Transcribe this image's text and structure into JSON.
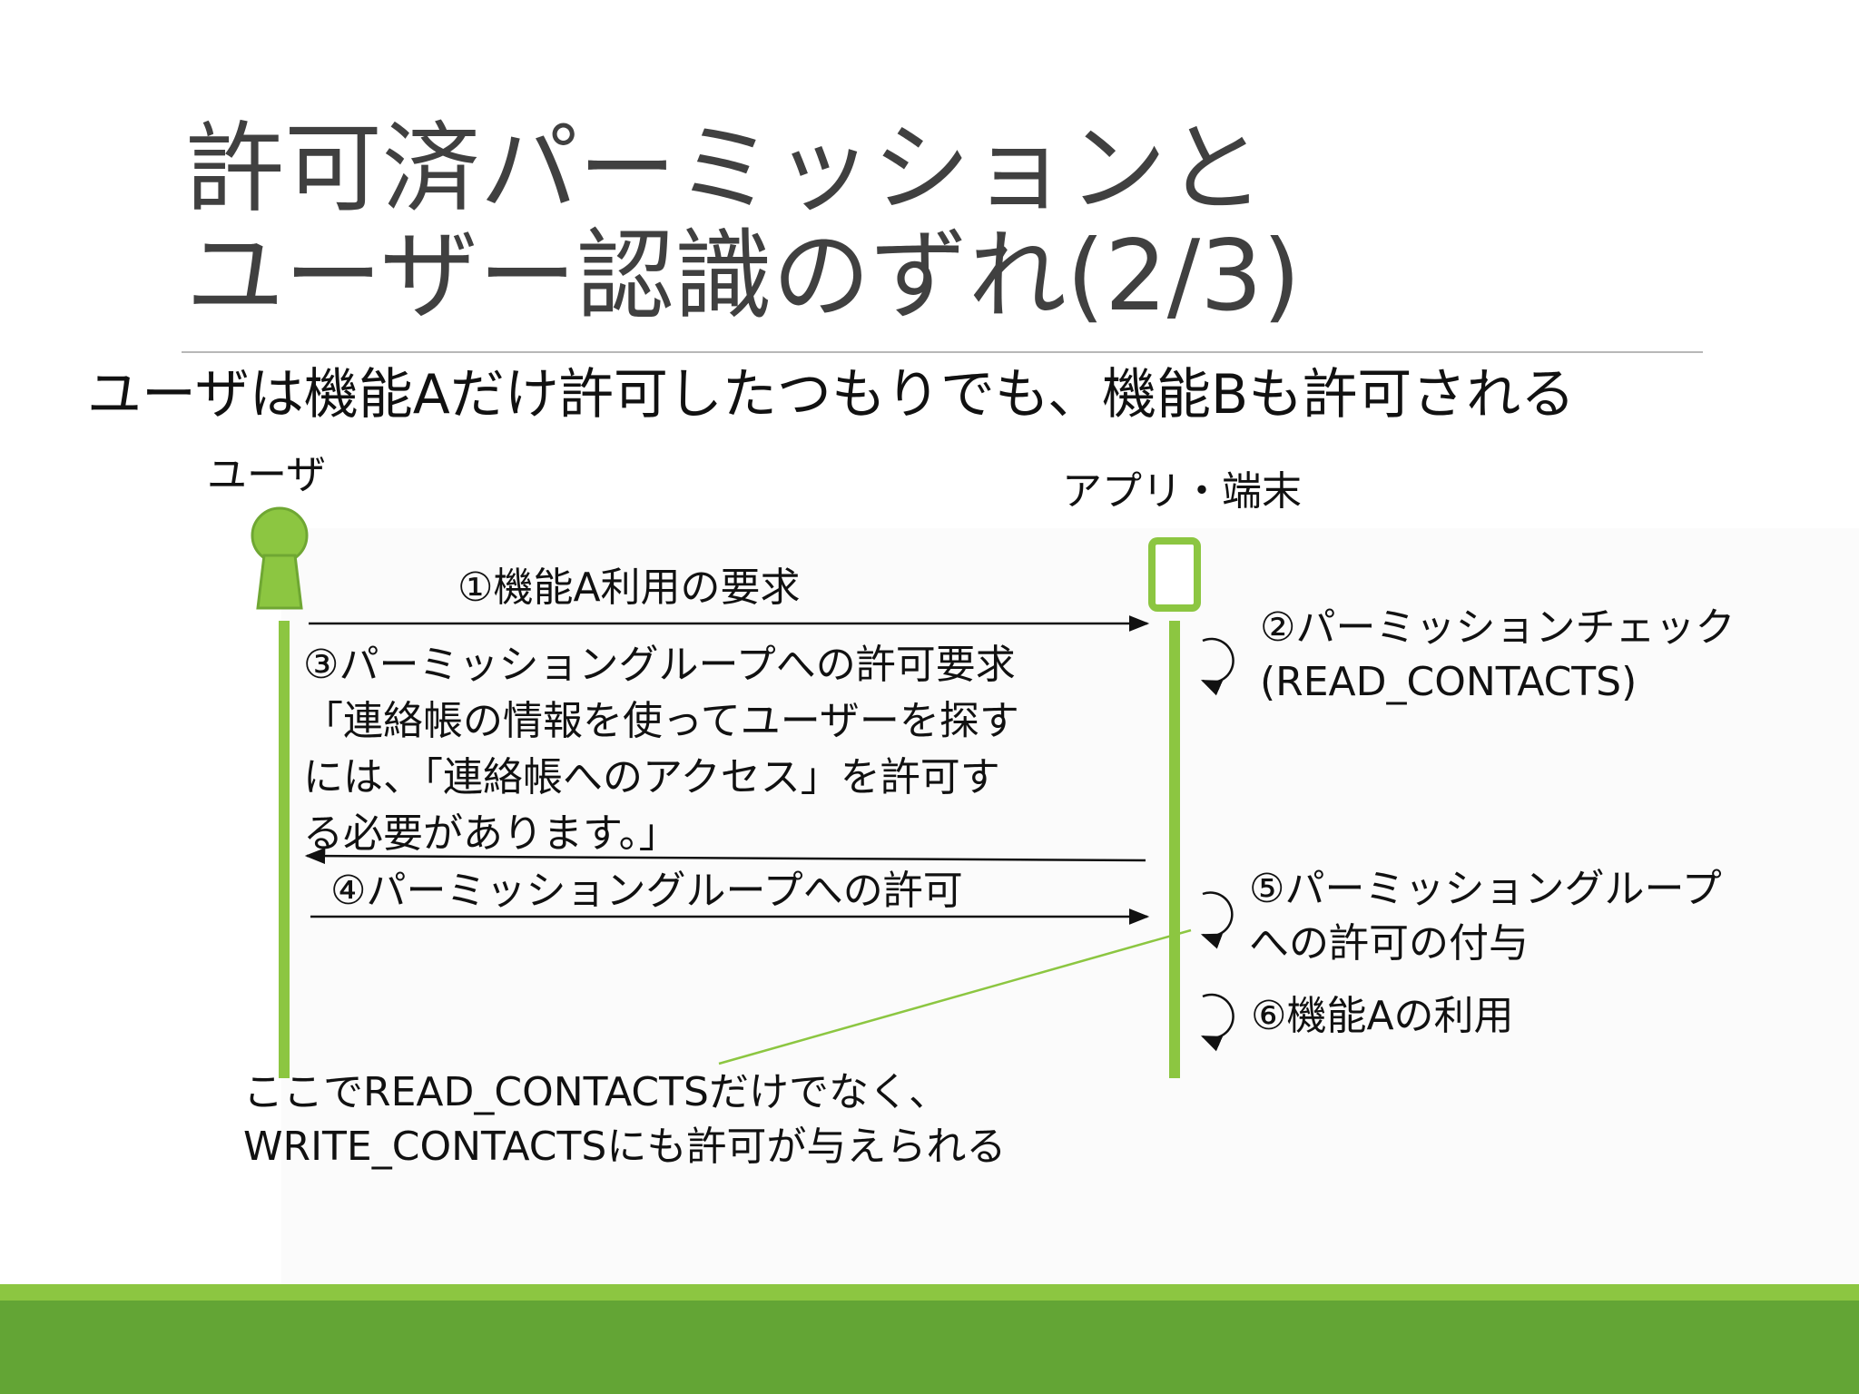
{
  "slide": {
    "title_line1": "許可済パーミッションと",
    "title_line2": "ユーザー認識のずれ(2/3)",
    "subtitle": "ユーザは機能Aだけ許可したつもりでも、機能Bも許可される"
  },
  "actors": {
    "user": "ユーザ",
    "app": "アプリ・端末"
  },
  "messages": {
    "step1": "①機能A利用の要求",
    "step2_line1": "②パーミッションチェック",
    "step2_line2": "(READ_CONTACTS)",
    "step3_line1": "③パーミッショングループへの許可要求",
    "step3_line2": "「連絡帳の情報を使ってユーザーを探す",
    "step3_line3": "には、「連絡帳へのアクセス」を許可す",
    "step3_line4": "る必要があります。」",
    "step4": "④パーミッショングループへの許可",
    "step5_line1": "⑤パーミッショングループ",
    "step5_line2": "への許可の付与",
    "step6": "⑥機能Aの利用"
  },
  "note": {
    "line1": "ここでREAD_CONTACTSだけでなく、",
    "line2": "WRITE_CONTACTSにも許可が与えられる"
  },
  "colors": {
    "accent_green": "#8cc641",
    "dark_green": "#63a535",
    "title_gray": "#404040"
  }
}
